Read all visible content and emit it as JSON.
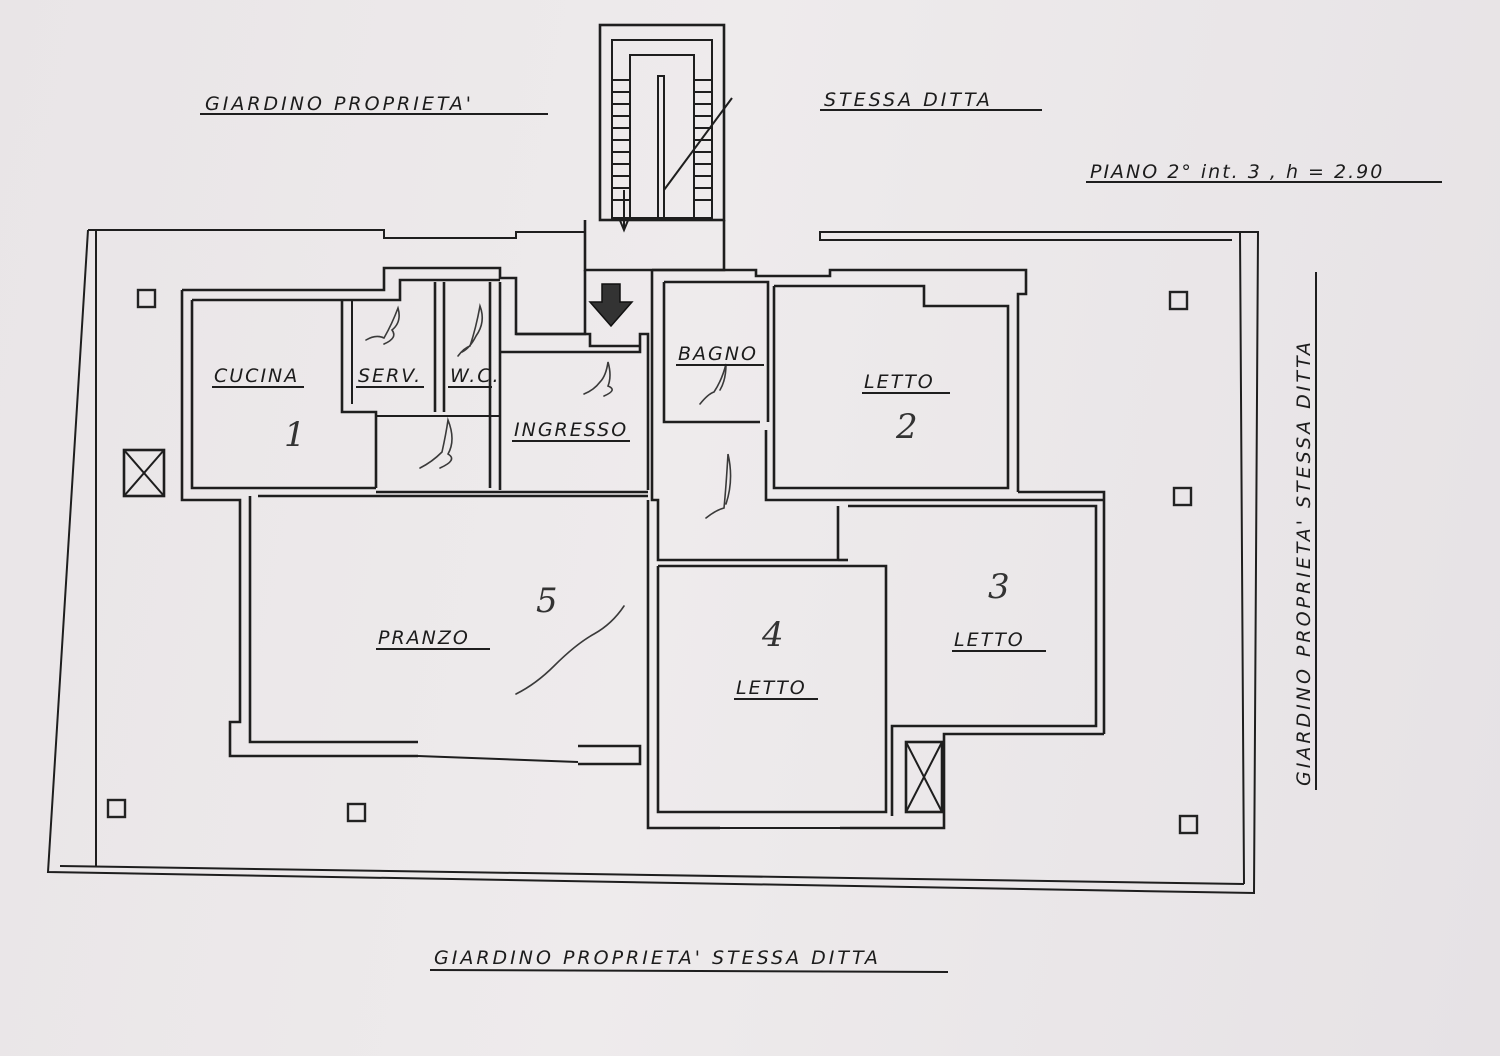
{
  "header": {
    "top_left": "GIARDINO  PROPRIETA'",
    "top_right": "STESSA  DITTA",
    "floor_info": "PIANO 2°  int. 3 , h = 2.90"
  },
  "edges": {
    "right": "GIARDINO  PROPRIETA'  STESSA  DITTA",
    "bottom": "GIARDINO  PROPRIETA'  STESSA  DITTA"
  },
  "rooms": [
    {
      "id": "cucina",
      "label": "CUCINA"
    },
    {
      "id": "serv",
      "label": "SERV."
    },
    {
      "id": "wc",
      "label": "W.C."
    },
    {
      "id": "ingresso",
      "label": "INGRESSO"
    },
    {
      "id": "bagno",
      "label": "BAGNO"
    },
    {
      "id": "letto2",
      "label": "LETTO"
    },
    {
      "id": "letto3",
      "label": "LETTO"
    },
    {
      "id": "letto4",
      "label": "LETTO"
    },
    {
      "id": "pranzo",
      "label": "PRANZO"
    }
  ],
  "handwritten": {
    "n1": "1",
    "n2": "2",
    "n3": "3",
    "n4": "4",
    "n5": "5"
  }
}
